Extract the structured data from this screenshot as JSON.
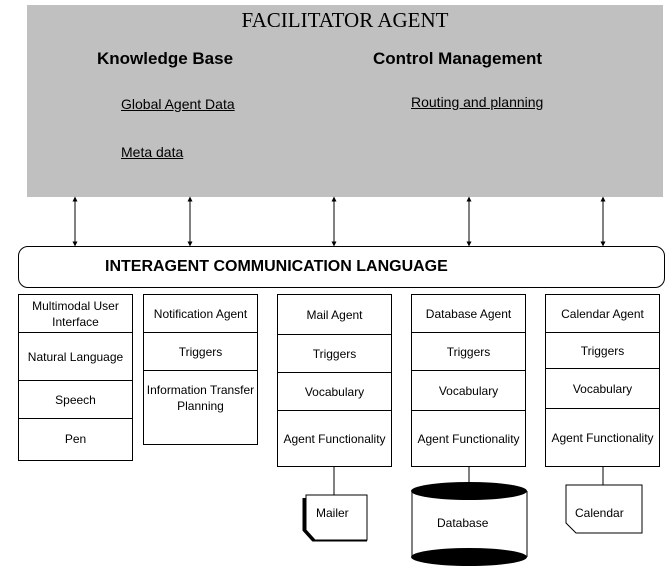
{
  "facilitator": {
    "title": "FACILITATOR AGENT",
    "knowledge_base": {
      "heading": "Knowledge Base",
      "items": [
        "Global Agent Data",
        "Meta data"
      ]
    },
    "control": {
      "heading": "Control Management",
      "items": [
        "Routing and planning"
      ]
    }
  },
  "icl": "INTERAGENT COMMUNICATION LANGUAGE",
  "columns": [
    {
      "cells": [
        "Multimodal User Interface",
        "Natural Language",
        "Speech",
        "Pen"
      ]
    },
    {
      "cells": [
        "Notification Agent",
        "Triggers",
        "Information Transfer Planning"
      ]
    },
    {
      "cells": [
        "Mail Agent",
        "Triggers",
        "Vocabulary",
        "Agent Functionality"
      ]
    },
    {
      "cells": [
        "Database Agent",
        "Triggers",
        "Vocabulary",
        "Agent Functionality"
      ]
    },
    {
      "cells": [
        "Calendar Agent",
        "Triggers",
        "Vocabulary",
        "Agent Functionality"
      ]
    }
  ],
  "resources": {
    "mailer": "Mailer",
    "database": "Database",
    "calendar": "Calendar"
  },
  "colors": {
    "facilitator_bg": "#c0c0c0"
  }
}
